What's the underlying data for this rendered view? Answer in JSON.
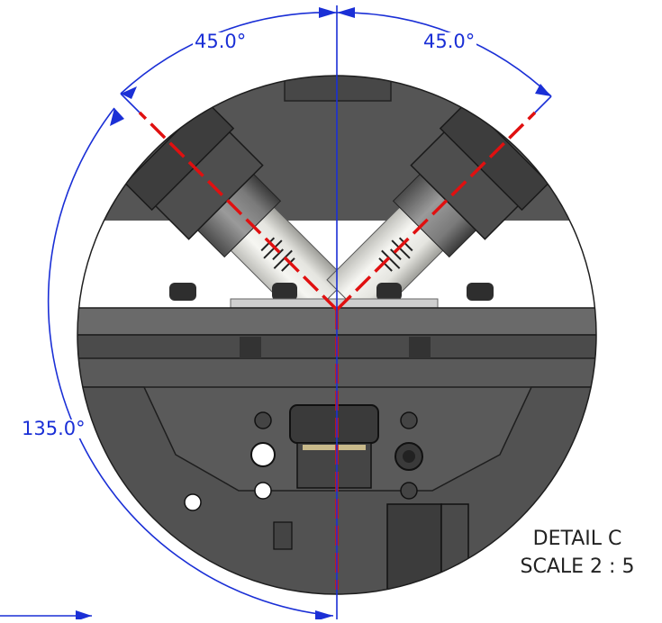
{
  "drawing": {
    "dimensions": {
      "left_angle": "45.0°",
      "right_angle": "45.0°",
      "outer_angle": "135.0°"
    },
    "detail_label": "DETAIL C",
    "scale_label": "SCALE 2 : 5"
  },
  "colors": {
    "dimension": "#1a2fd6",
    "centerline": "#e01010",
    "part_dark": "#3a3a3a",
    "part_mid": "#595959",
    "part_light": "#8a8a8a",
    "tube": "#e9e9e4"
  }
}
